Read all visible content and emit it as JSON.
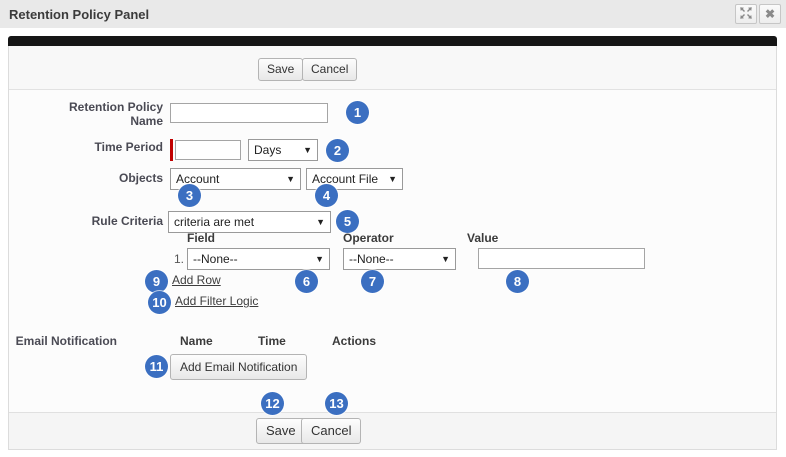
{
  "window": {
    "title": "Retention Policy Panel"
  },
  "icons": {
    "dropdown": "▼",
    "close": "✖"
  },
  "toolbar_top": {
    "save": "Save",
    "cancel": "Cancel"
  },
  "form": {
    "name": {
      "label": "Retention Policy Name",
      "value": "",
      "badge": "1"
    },
    "time": {
      "label": "Time Period",
      "value": "",
      "unit": "Days",
      "badge": "2"
    },
    "objects": {
      "label": "Objects",
      "object": "Account",
      "file": "Account File",
      "badge_object": "3",
      "badge_file": "4"
    },
    "rule": {
      "label": "Rule Criteria",
      "value": "criteria are met",
      "badge": "5"
    }
  },
  "criteria": {
    "headers": {
      "field": "Field",
      "operator": "Operator",
      "value": "Value"
    },
    "row": {
      "num": "1.",
      "field": "--None--",
      "operator": "--None--",
      "value": "",
      "badge_field": "6",
      "badge_operator": "7",
      "badge_value": "8"
    }
  },
  "links": {
    "add_row": {
      "label": "Add Row",
      "badge": "9"
    },
    "add_filter": {
      "label": "Add Filter Logic",
      "badge": "10"
    }
  },
  "email": {
    "label": "Email Notification",
    "headers": {
      "name": "Name",
      "time": "Time",
      "actions": "Actions"
    },
    "add_button": {
      "label": "Add Email Notification",
      "badge": "11"
    }
  },
  "toolbar_bottom": {
    "save": "Save",
    "cancel": "Cancel",
    "badge_save": "12",
    "badge_cancel": "13"
  },
  "colors": {
    "badge": "#3b6fc1",
    "required": "#c00000",
    "header_bar": "#161616"
  }
}
